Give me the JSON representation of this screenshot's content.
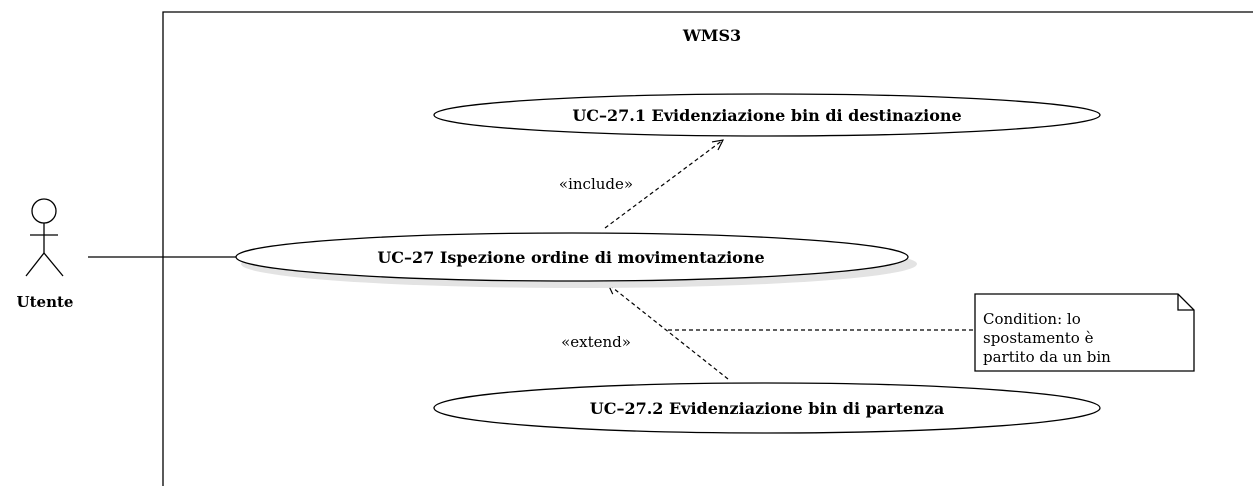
{
  "system": {
    "name": "WMS3"
  },
  "actor": {
    "name": "Utente"
  },
  "use_cases": {
    "uc27": "UC–27 Ispezione ordine di movimentazione",
    "uc27_1": "UC–27.1 Evidenziazione bin di destinazione",
    "uc27_2": "UC–27.2 Evidenziazione bin di partenza"
  },
  "relations": {
    "include": "«include»",
    "extend": "«extend»"
  },
  "note": {
    "lines": [
      "Condition: lo",
      "spostamento è",
      "partito da un bin"
    ]
  },
  "colors": {
    "stroke": "#000000",
    "shadow": "#e3e3e3",
    "background": "#ffffff"
  }
}
